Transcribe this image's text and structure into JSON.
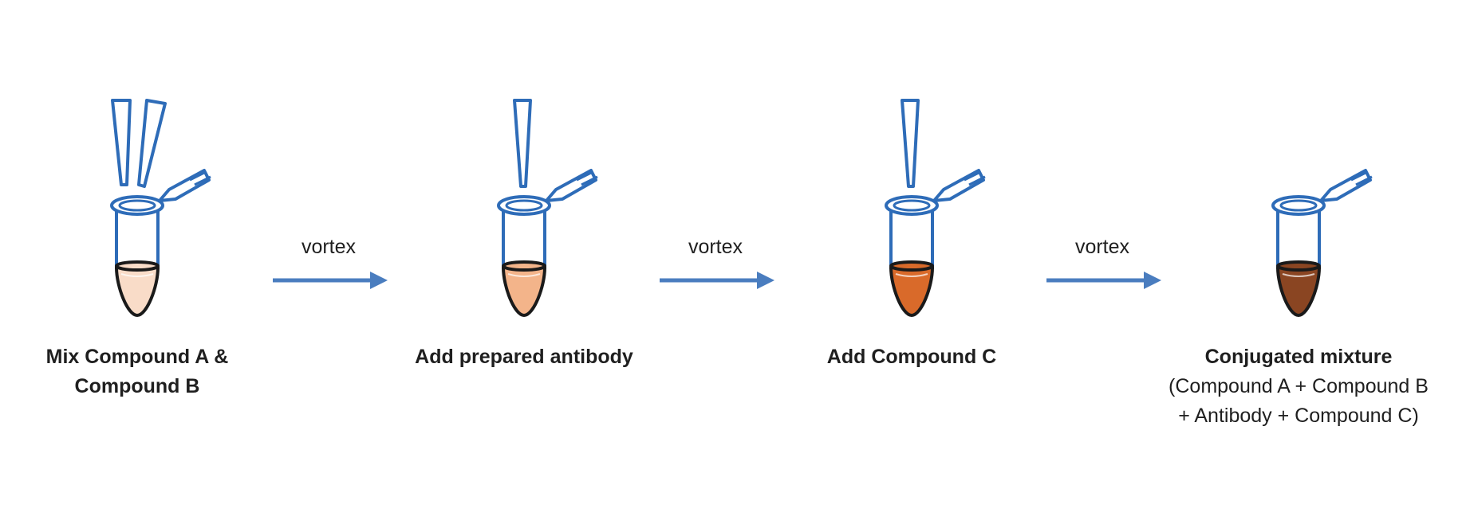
{
  "colors": {
    "outline": "#2e6cb8",
    "arrow": "#4a7dbf",
    "text": "#1f1f1f"
  },
  "steps": [
    {
      "label_lines": [
        "Mix Compound A &",
        "Compound B"
      ],
      "sub_lines": [],
      "tips": 2,
      "liquid_color": "#f9dcc8"
    },
    {
      "label_lines": [
        "Add prepared antibody"
      ],
      "sub_lines": [],
      "tips": 1,
      "liquid_color": "#f3b48a"
    },
    {
      "label_lines": [
        "Add Compound C"
      ],
      "sub_lines": [],
      "tips": 1,
      "liquid_color": "#d96a2a"
    },
    {
      "label_lines": [
        "Conjugated mixture"
      ],
      "sub_lines": [
        "(Compound A + Compound B",
        "+ Antibody + Compound C)"
      ],
      "tips": 0,
      "liquid_color": "#8a4522"
    }
  ],
  "arrows": [
    {
      "label": "vortex"
    },
    {
      "label": "vortex"
    },
    {
      "label": "vortex"
    }
  ]
}
